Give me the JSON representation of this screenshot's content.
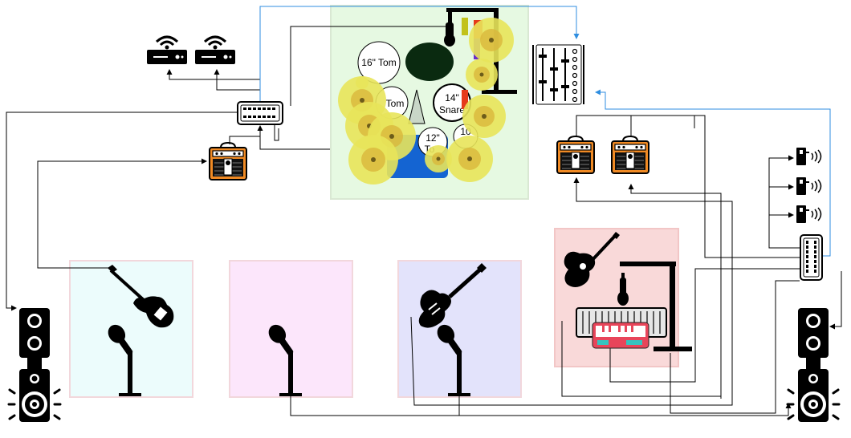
{
  "colors": {
    "drum_zone_fill": "#e6f9e2",
    "drum_zone_border": "#d9e8d3",
    "bass_zone_fill": "#ecfcfc",
    "bass_zone_border": "#f2d7dc",
    "vocal_zone_fill": "#fce6fb",
    "vocal_zone_border": "#f2d7dc",
    "guitar_zone_fill": "#e3e3fb",
    "guitar_zone_border": "#f2d7dc",
    "keys_zone_fill": "#f9d9d9",
    "keys_zone_border": "#f2c6c6",
    "cymbal": "#e8e45a",
    "cymbal_inner": "#d9b83c",
    "amp_orange": "#f08a24",
    "keyboard_red": "#e8455a",
    "keyboard_teal": "#35c3bf",
    "drum_rug_blue": "#1464d2",
    "cable_blue": "#2f8ee0",
    "cable_black": "#000000"
  },
  "drum_kit": {
    "tom16_label": "16\" Tom",
    "tom_label": "Tom",
    "snare_label_a": "14\"",
    "snare_label_b": "Snare",
    "tom12_label_a": "12\"",
    "tom12_label_b": "To",
    "tom10_label": "10"
  },
  "icons": [
    "wifi-router-icon",
    "mixer-icon",
    "guitar-amp-icon",
    "pa-speaker-icon",
    "bass-guitar-icon",
    "electric-guitar-icon",
    "acoustic-guitar-icon",
    "microphone-stand-icon",
    "boom-stand-icon",
    "synth-keyboard-icon",
    "wireless-receiver-icon",
    "stage-box-icon"
  ]
}
